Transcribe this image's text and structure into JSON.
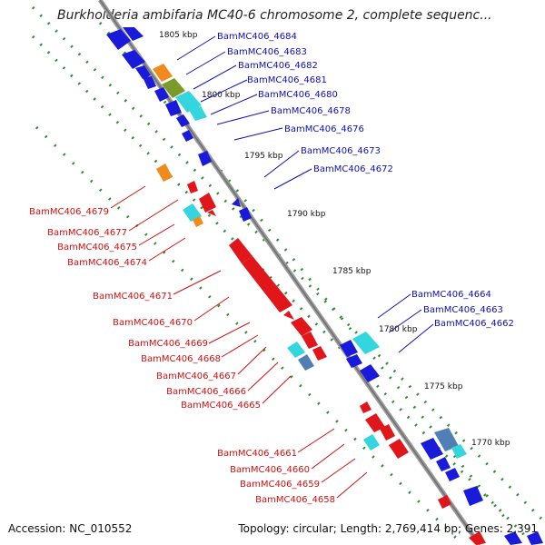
{
  "title": "Burkholderia ambifaria MC40-6 chromosome 2, complete sequenc...",
  "footer": {
    "accession": "Accession: NC_010552",
    "topology": "Topology: circular; Length: 2,769,414 bp; Genes: 2,391"
  },
  "colors": {
    "backbone": "#808080",
    "dot_outer": "#2f8f2f",
    "forward_strand": "#1a1adb",
    "reverse_strand": "#e0161b",
    "forward_label": "#1010b0",
    "reverse_label": "#d01010",
    "cyan": "#33d6df",
    "orange": "#f08a1a",
    "olive": "#7a9a2a",
    "steel": "#4f7fb5"
  },
  "kbp_ticks": [
    "1805 kbp",
    "1800 kbp",
    "1795 kbp",
    "1790 kbp",
    "1785 kbp",
    "1780 kbp",
    "1775 kbp",
    "1770 kbp"
  ],
  "forward_labels": [
    "BamMC406_4684",
    "BamMC406_4683",
    "BamMC406_4682",
    "BamMC406_4681",
    "BamMC406_4680",
    "BamMC406_4678",
    "BamMC406_4676",
    "BamMC406_4673",
    "BamMC406_4672",
    "BamMC406_4664",
    "BamMC406_4663",
    "BamMC406_4662"
  ],
  "reverse_labels": [
    "BamMC406_4679",
    "BamMC406_4677",
    "BamMC406_4675",
    "BamMC406_4674",
    "BamMC406_4671",
    "BamMC406_4670",
    "BamMC406_4669",
    "BamMC406_4668",
    "BamMC406_4667",
    "BamMC406_4666",
    "BamMC406_4665",
    "BamMC406_4661",
    "BamMC406_4660",
    "BamMC406_4659",
    "BamMC406_4658"
  ]
}
